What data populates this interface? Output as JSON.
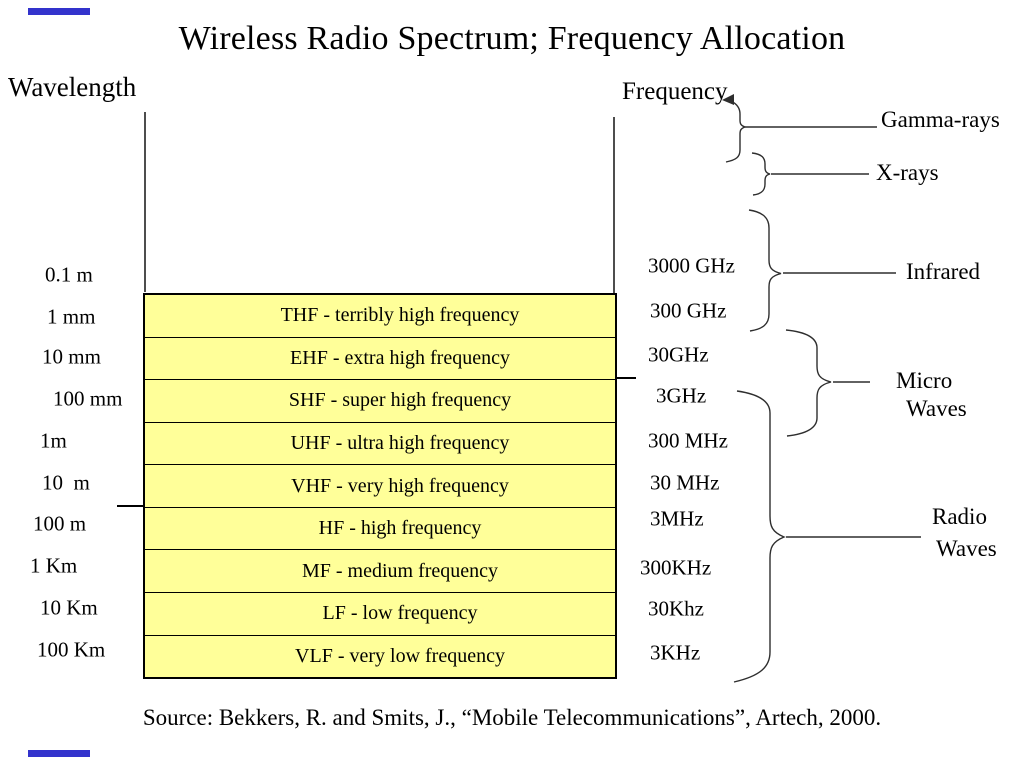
{
  "title": "Wireless Radio Spectrum; Frequency Allocation",
  "wavelength": {
    "label": "Wavelength",
    "ticks": [
      "0.1 m",
      "1 mm",
      "10 mm",
      "100 mm",
      "1m",
      "10  m",
      "100 m",
      "1 Km",
      "10 Km",
      "100 Km"
    ]
  },
  "frequency": {
    "label": "Frequency",
    "ticks": [
      "3000 GHz",
      "300 GHz",
      "30GHz",
      "3GHz",
      "300 MHz",
      "30 MHz",
      "3MHz",
      "300KHz",
      "30Khz",
      "3KHz"
    ]
  },
  "bands": [
    "THF - terribly high frequency",
    "EHF - extra high frequency",
    "SHF - super high frequency",
    "UHF - ultra high frequency",
    "VHF - very high frequency",
    "HF - high frequency",
    "MF - medium frequency",
    "LF - low frequency",
    "VLF - very low frequency"
  ],
  "em_regions": {
    "gamma": "Gamma-rays",
    "xray": "X-rays",
    "infrared": "Infrared",
    "micro": {
      "line1": "Micro",
      "line2": "Waves"
    },
    "radio": {
      "line1": "Radio",
      "line2": "Waves"
    }
  },
  "source": "Source: Bekkers, R. and Smits, J., “Mobile Telecommunications”, Artech, 2000.",
  "colors": {
    "band_fill": "#FFFF99",
    "line": "#000000",
    "accent_blue": "#3333CC"
  },
  "chart_data": {
    "type": "table",
    "title": "Wireless Radio Spectrum; Frequency Allocation",
    "columns": [
      "wavelength",
      "band",
      "frequency_at_band_top"
    ],
    "rows": [
      {
        "wavelength": "1 mm",
        "band": "THF - terribly high frequency",
        "frequency_at_band_top": "300 GHz"
      },
      {
        "wavelength": "10 mm",
        "band": "EHF - extra high frequency",
        "frequency_at_band_top": "30GHz"
      },
      {
        "wavelength": "100 mm",
        "band": "SHF - super high frequency",
        "frequency_at_band_top": "3GHz"
      },
      {
        "wavelength": "1m",
        "band": "UHF - ultra high frequency",
        "frequency_at_band_top": "300 MHz"
      },
      {
        "wavelength": "10  m",
        "band": "VHF - very high frequency",
        "frequency_at_band_top": "30 MHz"
      },
      {
        "wavelength": "100 m",
        "band": "HF - high frequency",
        "frequency_at_band_top": "3MHz"
      },
      {
        "wavelength": "1 Km",
        "band": "MF - medium frequency",
        "frequency_at_band_top": "300KHz"
      },
      {
        "wavelength": "10 Km",
        "band": "LF - low frequency",
        "frequency_at_band_top": "30Khz"
      },
      {
        "wavelength": "100 Km",
        "band": "VLF - very low frequency",
        "frequency_at_band_top": "3KHz"
      }
    ],
    "top_scale": {
      "wavelength": "0.1 m",
      "frequency": "3000 GHz"
    },
    "em_regions": [
      "Gamma-rays",
      "X-rays",
      "Infrared",
      "Micro Waves",
      "Radio Waves"
    ]
  }
}
